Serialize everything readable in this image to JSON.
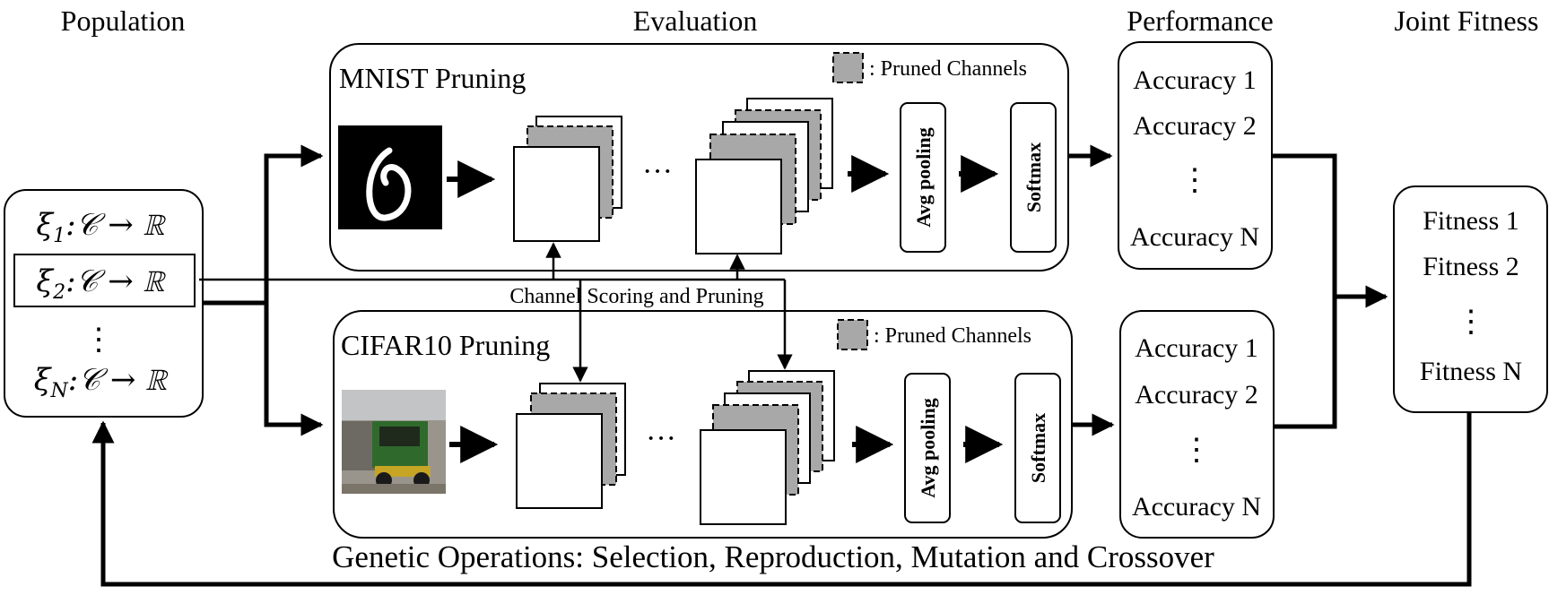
{
  "headers": {
    "population": "Population",
    "evaluation": "Evaluation",
    "performance": "Performance",
    "joint_fitness": "Joint Fitness"
  },
  "population": {
    "items": [
      {
        "xi": "ξ",
        "sub": "1",
        "map": ":𝒞 → ℝ"
      },
      {
        "xi": "ξ",
        "sub": "2",
        "map": ":𝒞 → ℝ"
      },
      {
        "xi": "ξ",
        "sub": "N",
        "map": ":𝒞 → ℝ"
      }
    ],
    "ellipsis": "⋮"
  },
  "mnist": {
    "title": "MNIST Pruning",
    "legend": ": Pruned Channels",
    "dots": "···",
    "avg_pooling": "Avg pooling",
    "softmax": "Softmax"
  },
  "cifar": {
    "title": "CIFAR10 Pruning",
    "legend": ": Pruned Channels",
    "dots": "···",
    "avg_pooling": "Avg pooling",
    "softmax": "Softmax"
  },
  "channel_scoring": "Channel Scoring and Pruning",
  "performance_mnist": {
    "items": [
      "Accuracy 1",
      "Accuracy 2",
      "Accuracy N"
    ],
    "ellipsis": "⋮"
  },
  "performance_cifar": {
    "items": [
      "Accuracy 1",
      "Accuracy 2",
      "Accuracy N"
    ],
    "ellipsis": "⋮"
  },
  "fitness": {
    "items": [
      "Fitness 1",
      "Fitness 2",
      "Fitness N"
    ],
    "ellipsis": "⋮"
  },
  "genetic_ops": "Genetic Operations: Selection, Reproduction, Mutation and Crossover",
  "colors": {
    "pruned": "#a8a8a8",
    "line": "#000000"
  }
}
